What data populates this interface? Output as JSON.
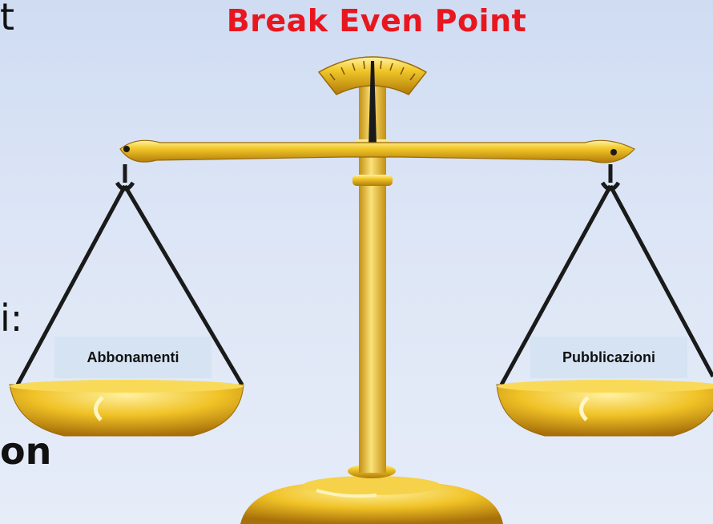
{
  "title": "Break Even Point",
  "fragments": {
    "top": "t",
    "middle": "i:",
    "bottom": "on"
  },
  "pans": {
    "left_label": "Abbonamenti",
    "right_label": "Pubblicazioni"
  },
  "colors": {
    "title": "#e8171f",
    "gold": "#e8b820",
    "background": "#d7e2f4"
  }
}
